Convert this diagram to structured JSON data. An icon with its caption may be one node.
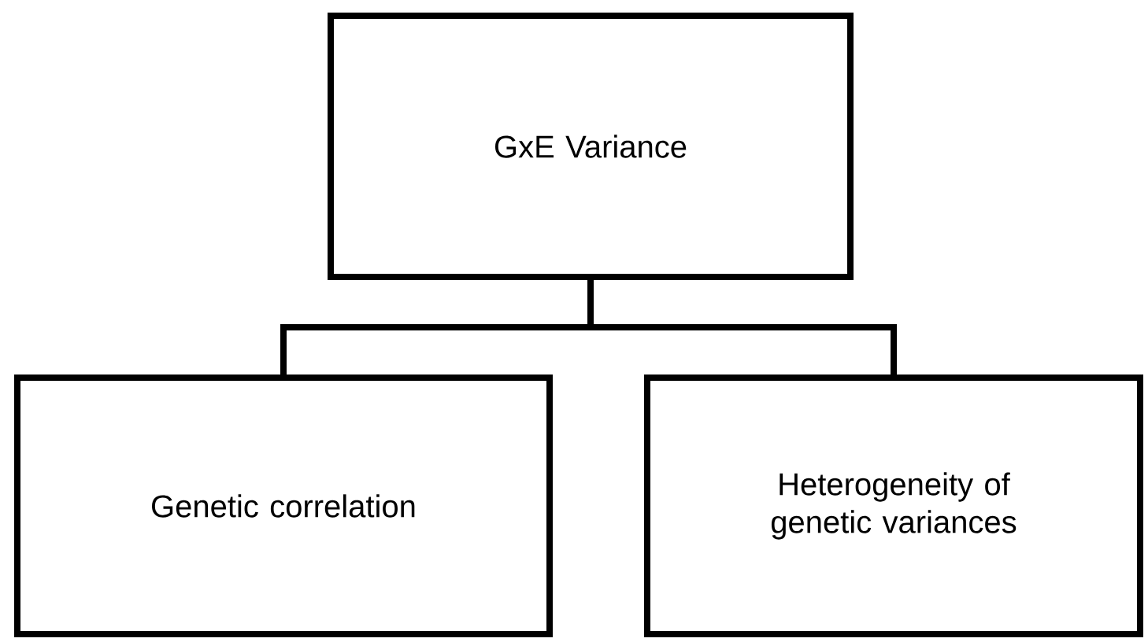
{
  "diagram": {
    "nodes": [
      {
        "text": [
          "GxE Variance"
        ]
      },
      {
        "text": [
          "Genetic correlation"
        ]
      },
      {
        "text": [
          "Heterogeneity of genetic variances"
        ]
      }
    ],
    "edges": [
      {
        "from": 0,
        "to": 1,
        "arrow": "none"
      },
      {
        "from": 0,
        "to": 2,
        "arrow": "none"
      }
    ]
  }
}
